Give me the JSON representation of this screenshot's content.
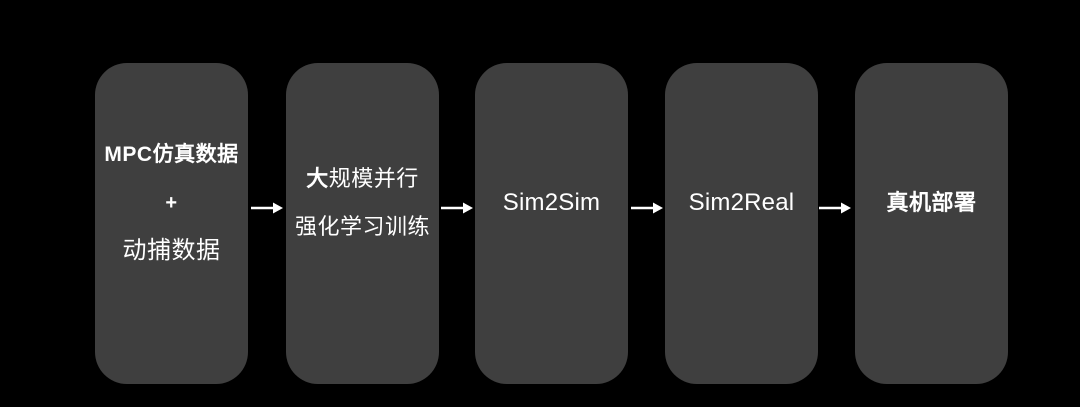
{
  "colors": {
    "background": "#000000",
    "node_fill": "#3f3f3f",
    "node_text": "#ffffff",
    "arrow": "#ffffff"
  },
  "flow": {
    "direction": "left-to-right",
    "connector": "right-arrow",
    "steps": [
      {
        "name": "mpc-data",
        "lines": [
          {
            "text": "MPC仿真数据"
          },
          {
            "text": "+"
          },
          {
            "text": "动捕数据"
          }
        ]
      },
      {
        "name": "rl-training",
        "lines": [
          {
            "bold_prefix": "大",
            "text": "规模并行"
          },
          {
            "text": "强化学习训练"
          }
        ]
      },
      {
        "name": "sim2sim",
        "lines": [
          {
            "text": "Sim2Sim"
          }
        ]
      },
      {
        "name": "sim2real",
        "lines": [
          {
            "text": "Sim2Real"
          }
        ]
      },
      {
        "name": "deployment",
        "lines": [
          {
            "text": "真机部署"
          }
        ]
      }
    ]
  }
}
